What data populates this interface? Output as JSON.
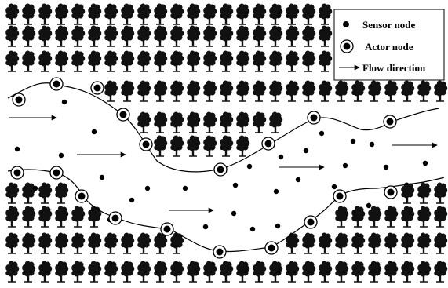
{
  "legend": {
    "sensor_label": "Sensor node",
    "actor_label": "Actor node",
    "flow_label": "Flow direction"
  },
  "colors": {
    "ink": "#000000",
    "background": "#ffffff",
    "tree": "#111111"
  },
  "icons": {
    "tree": "tree-icon",
    "sensor": "sensor-node-icon",
    "actor": "actor-node-icon",
    "flow": "flow-arrow-icon"
  }
}
